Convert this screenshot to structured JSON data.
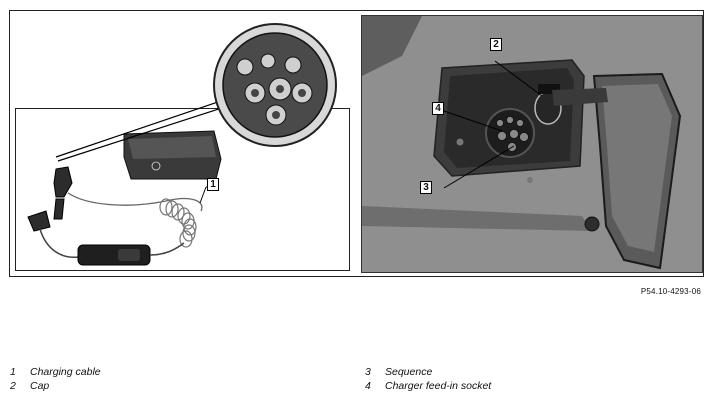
{
  "figure": {
    "callouts": {
      "c1": "1",
      "c2": "2",
      "c3": "3",
      "c4": "4"
    },
    "reference_code": "P54.10-4293-06"
  },
  "legend": [
    {
      "number": "1",
      "label": "Charging cable"
    },
    {
      "number": "2",
      "label": "Cap"
    },
    {
      "number": "3",
      "label": "Sequence"
    },
    {
      "number": "4",
      "label": "Charger feed-in socket"
    }
  ]
}
